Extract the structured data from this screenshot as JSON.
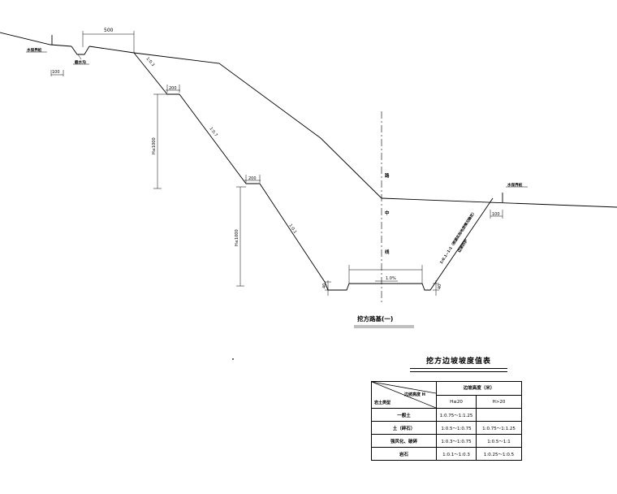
{
  "drawing": {
    "labels": {
      "boundary_left": "水保界桩",
      "boundary_right": "水保界桩",
      "ditch": "截水沟",
      "centerline": [
        "路",
        "中",
        "线"
      ]
    },
    "dimensions": {
      "top_500": "500",
      "ditch_100": "100",
      "berm_200_upper": "200",
      "berm_200_lower": "200",
      "height_upper": "H≤1000",
      "height_lower": "H≤1000",
      "depth_left_40": "40",
      "depth_right_40": "40",
      "right_100": "100",
      "crown": "1.0%"
    },
    "slopes": {
      "slope_top": "1:0.3",
      "slope_middle": "1:0.7",
      "slope_lower": "1:0.1",
      "slope_right": "1:0.1~1:1（根据实际地质情况确定）",
      "slope_right_note": "边坡防护"
    },
    "section_title": "挖方路基(一)"
  },
  "table": {
    "title": "挖方边坡坡度值表",
    "header_height": "边坡高度（米）",
    "header_diag_top": "边坡高度 H",
    "header_diag_bottom": "岩土类型",
    "col_a": "H≤20",
    "col_b": "H>20",
    "rows": [
      {
        "type": "一般土",
        "a": "1:0.75～1:1.25",
        "b": ""
      },
      {
        "type": "土（碎石）",
        "a": "1:0.5～1:0.75",
        "b": "1:0.75～1:1.25"
      },
      {
        "type": "强风化、破碎",
        "a": "1:0.3～1:0.75",
        "b": "1:0.5～1:1"
      },
      {
        "type": "岩石",
        "a": "1:0.1～1:0.3",
        "b": "1:0.25～1:0.5"
      }
    ]
  }
}
